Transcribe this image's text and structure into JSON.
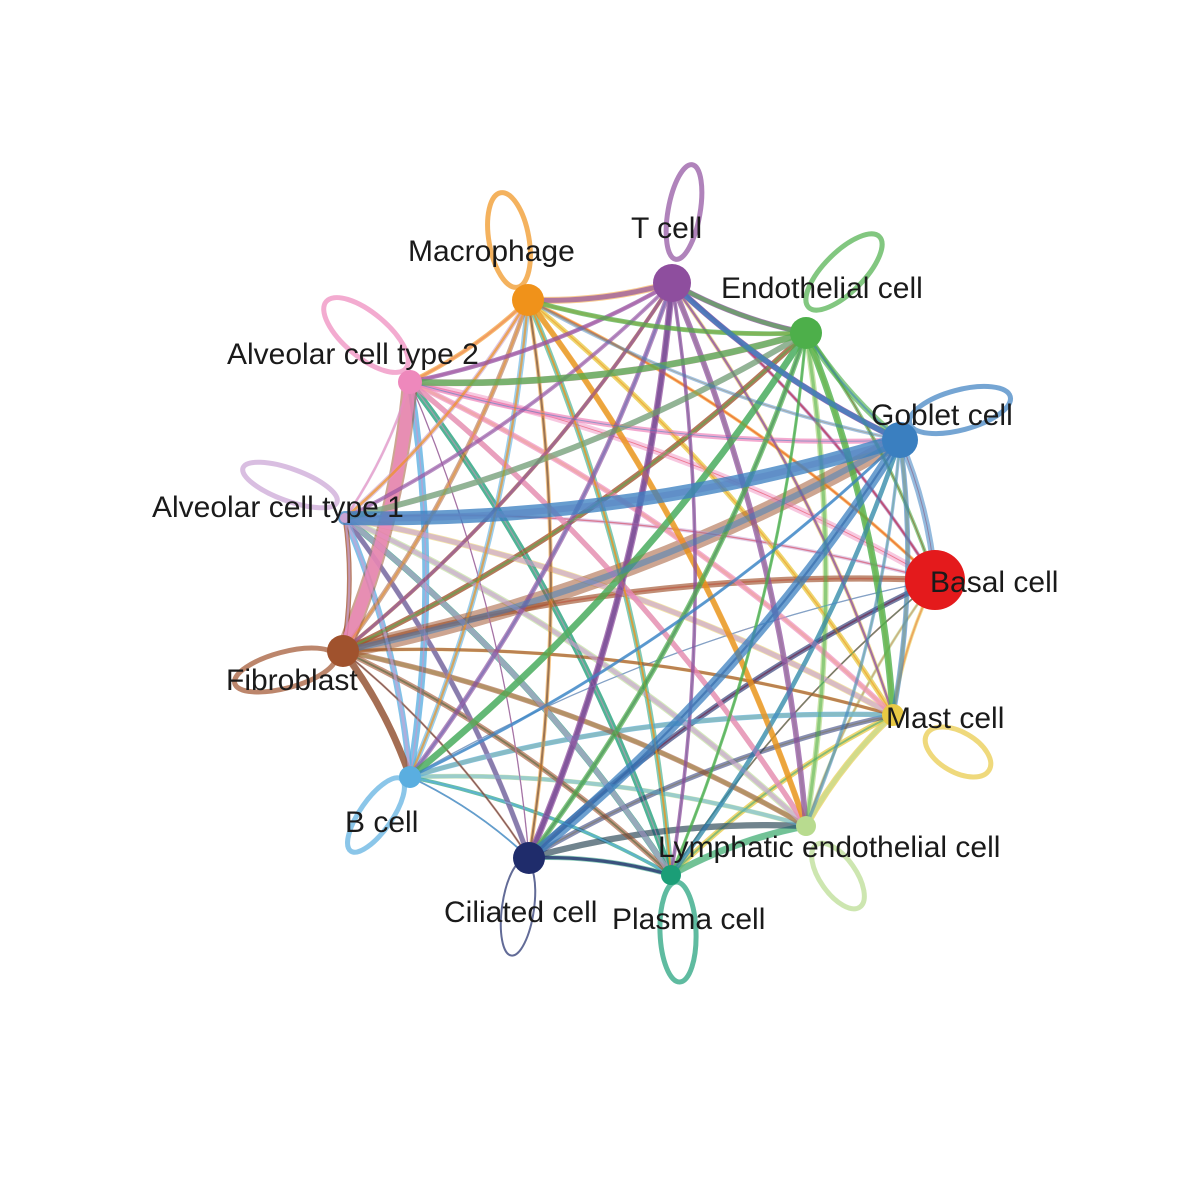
{
  "diagram": {
    "type": "cell-communication-circle-network",
    "nodes": [
      {
        "id": "basal",
        "label": "Basal cell",
        "color": "#E41A1C",
        "size": "largest"
      },
      {
        "id": "mast",
        "label": "Mast cell",
        "color": "#E8C944"
      },
      {
        "id": "lymphatic",
        "label": "Lymphatic endothelial cell",
        "color": "#B8DB8F"
      },
      {
        "id": "plasma",
        "label": "Plasma cell",
        "color": "#1B9E77"
      },
      {
        "id": "ciliated",
        "label": "Ciliated cell",
        "color": "#1F2C6B"
      },
      {
        "id": "bcell",
        "label": "B cell",
        "color": "#5AAEE0"
      },
      {
        "id": "fibroblast",
        "label": "Fibroblast",
        "color": "#A0522D"
      },
      {
        "id": "at1",
        "label": "Alveolar cell type 1",
        "color": "#C9A3D4"
      },
      {
        "id": "at2",
        "label": "Alveolar cell type 2",
        "color": "#EE88BC"
      },
      {
        "id": "macrophage",
        "label": "Macrophage",
        "color": "#F0921A"
      },
      {
        "id": "tcell",
        "label": "T cell",
        "color": "#8E4E9E"
      },
      {
        "id": "endothelial",
        "label": "Endothelial cell",
        "color": "#4DAF4A"
      },
      {
        "id": "goblet",
        "label": "Goblet cell",
        "color": "#3A7FC0"
      }
    ]
  }
}
